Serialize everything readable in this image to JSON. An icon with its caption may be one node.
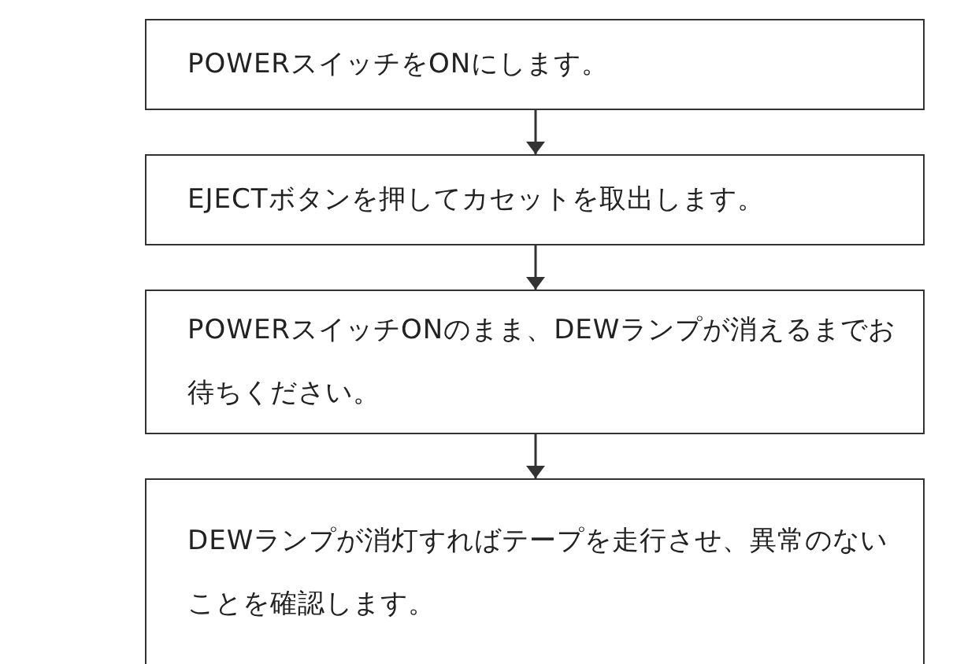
{
  "diagram": {
    "nodes": [
      {
        "text": [
          "POWERスイッチをONにします。"
        ]
      },
      {
        "text": [
          "EJECTボタンを押してカセットを取出します。"
        ]
      },
      {
        "text": [
          "POWERスイッチONのまま、DEWランプが消えるまでお待ちください。"
        ]
      },
      {
        "text": [
          "DEWランプが消灯すればテープを走行させ、異常のないことを確認します。"
        ]
      }
    ],
    "edges": [
      {
        "from": 0,
        "to": 1,
        "arrow": "to"
      },
      {
        "from": 1,
        "to": 2,
        "arrow": "to"
      },
      {
        "from": 2,
        "to": 3,
        "arrow": "to"
      }
    ]
  }
}
